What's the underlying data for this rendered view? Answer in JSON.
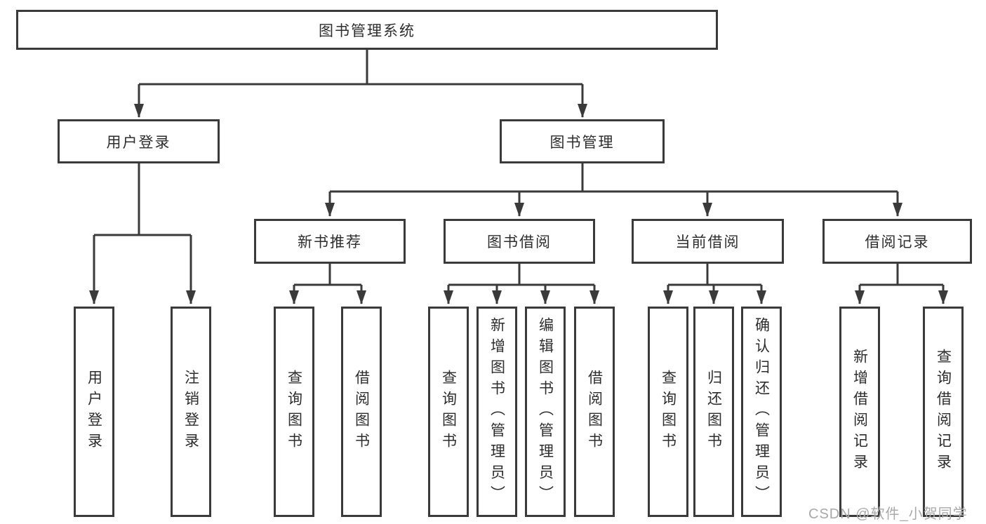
{
  "diagram": {
    "root": {
      "label": "图书管理系统"
    },
    "branches": [
      {
        "label": "用户登录",
        "children": [
          {
            "label": "用户登录"
          },
          {
            "label": "注销登录"
          }
        ]
      },
      {
        "label": "图书管理",
        "children": [
          {
            "label": "新书推荐",
            "children": [
              {
                "label": "查询图书"
              },
              {
                "label": "借阅图书"
              }
            ]
          },
          {
            "label": "图书借阅",
            "children": [
              {
                "label": "查询图书"
              },
              {
                "label": "新增图书（管理员）"
              },
              {
                "label": "编辑图书（管理员）"
              },
              {
                "label": "借阅图书"
              }
            ]
          },
          {
            "label": "当前借阅",
            "children": [
              {
                "label": "查询图书"
              },
              {
                "label": "归还图书"
              },
              {
                "label": "确认归还（管理员）"
              }
            ]
          },
          {
            "label": "借阅记录",
            "children": [
              {
                "label": "新增借阅记录"
              },
              {
                "label": "查询借阅记录"
              }
            ]
          }
        ]
      }
    ]
  },
  "watermark": {
    "text": "CSDN @软件_小贺同学"
  },
  "colors": {
    "line": "#3a3a3a",
    "box_bg": "#ffffff",
    "text": "#2d2d2d",
    "watermark": "#a9a9a9"
  }
}
